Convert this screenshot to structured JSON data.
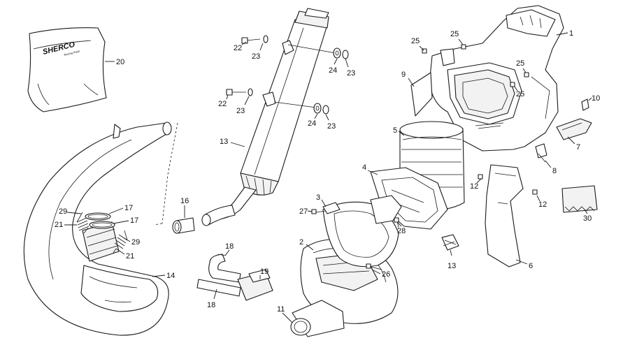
{
  "bag": {
    "brand": "SHERCO",
    "tagline": "Racing Parts"
  },
  "callouts": [
    "1",
    "2",
    "3",
    "4",
    "5",
    "6",
    "7",
    "8",
    "9",
    "10",
    "11",
    "12",
    "12",
    "13",
    "13",
    "14",
    "16",
    "17",
    "17",
    "18",
    "18",
    "19",
    "20",
    "21",
    "21",
    "22",
    "22",
    "23",
    "23",
    "23",
    "23",
    "24",
    "24",
    "25",
    "25",
    "25",
    "25",
    "26",
    "27",
    "28",
    "29",
    "29",
    "30"
  ]
}
